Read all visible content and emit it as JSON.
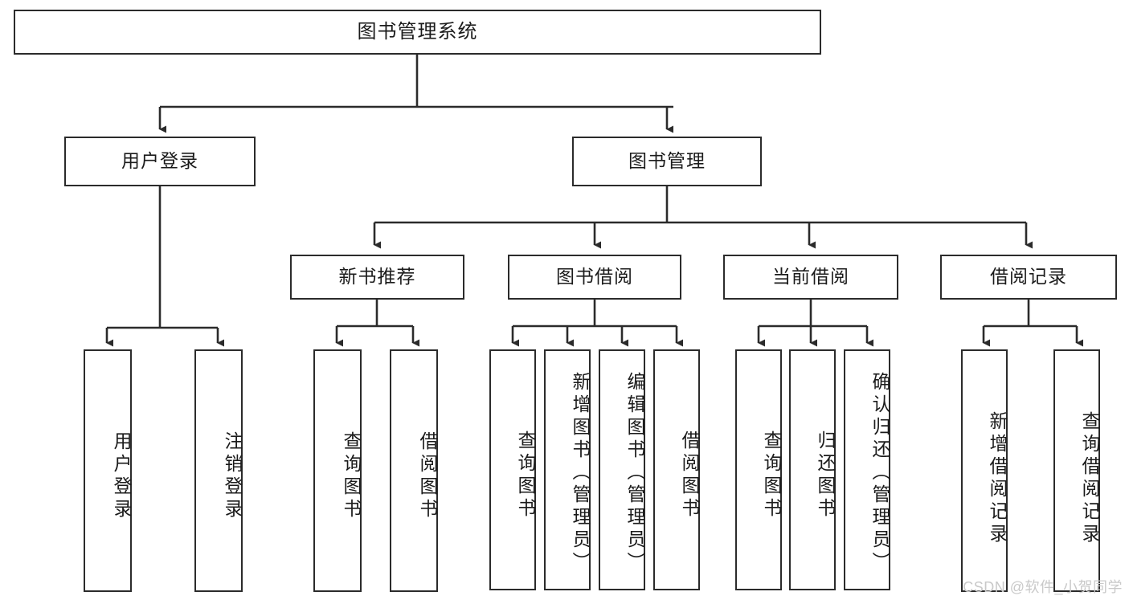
{
  "diagram": {
    "title": "图书管理系统",
    "type": "function-tree",
    "root": {
      "id": "root",
      "label": "图书管理系统"
    },
    "level2": [
      {
        "id": "user-login",
        "label": "用户登录"
      },
      {
        "id": "book-manage",
        "label": "图书管理"
      }
    ],
    "level3": [
      {
        "id": "new-book-recommend",
        "label": "新书推荐",
        "parent": "book-manage"
      },
      {
        "id": "book-borrow",
        "label": "图书借阅",
        "parent": "book-manage"
      },
      {
        "id": "current-borrow",
        "label": "当前借阅",
        "parent": "book-manage"
      },
      {
        "id": "borrow-record",
        "label": "借阅记录",
        "parent": "book-manage"
      }
    ],
    "leaves": {
      "user-login": [
        {
          "id": "leaf-user-login",
          "label": "用户登录"
        },
        {
          "id": "leaf-logout-login",
          "label": "注销登录"
        }
      ],
      "new-book-recommend": [
        {
          "id": "leaf-query-book-1",
          "label": "查询图书"
        },
        {
          "id": "leaf-borrow-book-1",
          "label": "借阅图书"
        }
      ],
      "book-borrow": [
        {
          "id": "leaf-query-book-2",
          "label": "查询图书"
        },
        {
          "id": "leaf-add-book",
          "label": "新增图书（管理员）"
        },
        {
          "id": "leaf-edit-book",
          "label": "编辑图书（管理员）"
        },
        {
          "id": "leaf-borrow-book-2",
          "label": "借阅图书"
        }
      ],
      "current-borrow": [
        {
          "id": "leaf-query-book-3",
          "label": "查询图书"
        },
        {
          "id": "leaf-return-book",
          "label": "归还图书"
        },
        {
          "id": "leaf-confirm-return",
          "label": "确认归还（管理员）"
        }
      ],
      "borrow-record": [
        {
          "id": "leaf-add-record",
          "label": "新增借阅记录"
        },
        {
          "id": "leaf-query-record",
          "label": "查询借阅记录"
        }
      ]
    }
  },
  "watermark": {
    "text": "CSDN @软件_小贺同学"
  },
  "colors": {
    "box_border": "#2b2b2b",
    "box_fill": "#ffffff",
    "line": "#2b2b2b",
    "text": "#1b1b1b",
    "watermark": "#c9c9c9",
    "background": "#ffffff"
  }
}
